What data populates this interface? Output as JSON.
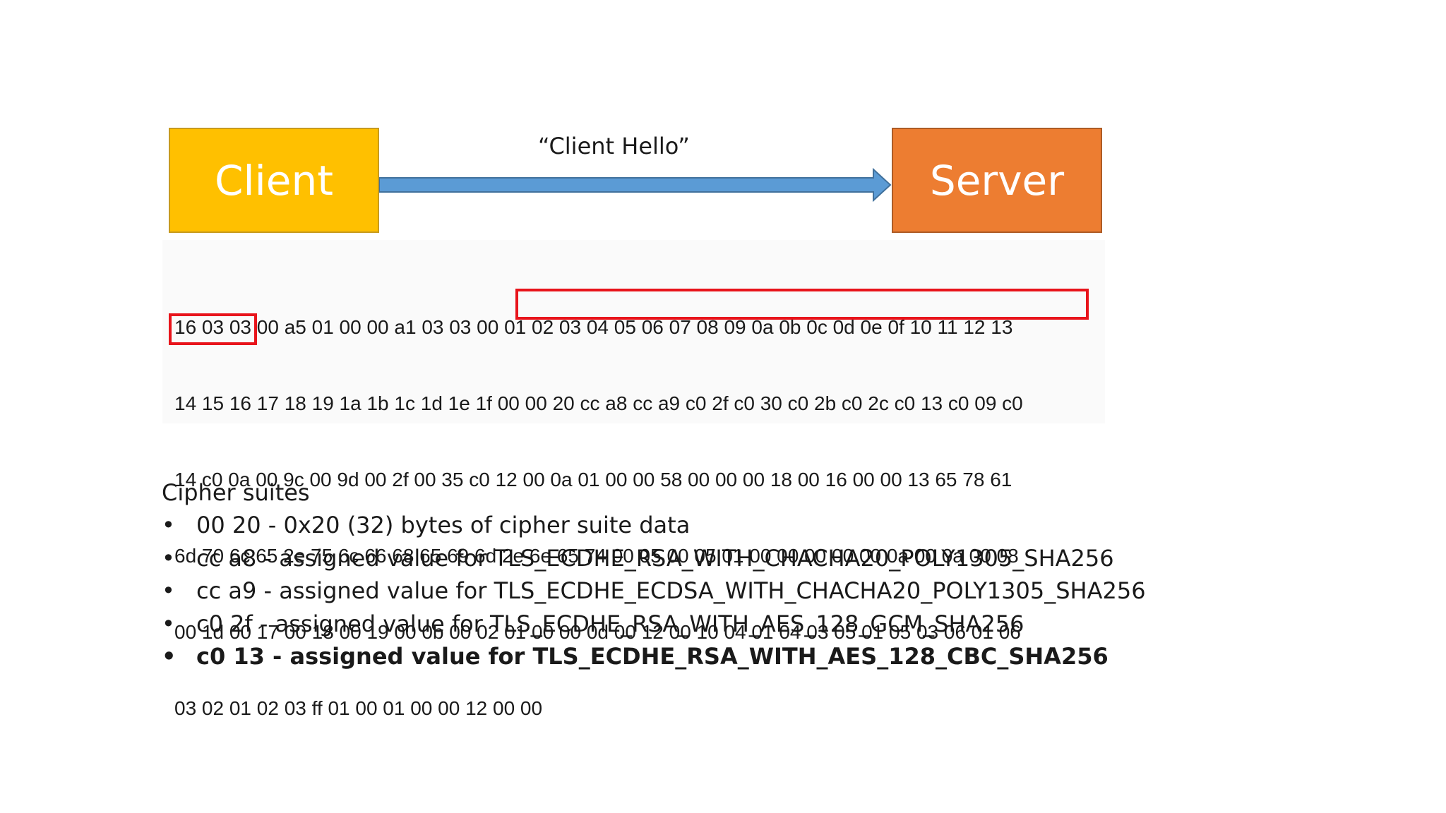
{
  "diagram": {
    "client_label": "Client",
    "server_label": "Server",
    "arrow_label": "“Client Hello”",
    "colors": {
      "client": "#ffc000",
      "server": "#ed7d31",
      "arrow": "#5b9bd5",
      "highlight": "#e8141b"
    }
  },
  "hex_dump": {
    "lines": [
      "16 03 03 00 a5 01 00 00 a1 03 03 00 01 02 03 04 05 06 07 08 09 0a 0b 0c 0d 0e 0f 10 11 12 13",
      "14 15 16 17 18 19 1a 1b 1c 1d 1e 1f 00 00 20 cc a8 cc a9 c0 2f c0 30 c0 2b c0 2c c0 13 c0 09 c0",
      "14 c0 0a 00 9c 00 9d 00 2f 00 35 c0 12 00 0a 01 00 00 58 00 00 00 18 00 16 00 00 13 65 78 61",
      "6d 70 6c 65 2e 75 6c 66 68 65 69 6d 2e 6e 65 74 00 05 00 05 01 00 00 00 00 00 0a 00 0a 00 08",
      "00 1d 00 17 00 18 00 19 00 0b 00 02 01 00 00 0d 00 12 00 10 04 01 04 03 05 01 05 03 06 01 06",
      "03 02 01 02 03 ff 01 00 01 00 00 12 00 00"
    ]
  },
  "cipher_suites": {
    "heading": "Cipher suites",
    "items": [
      {
        "text": "00 20 - 0x20 (32) bytes of cipher suite data",
        "bold": false
      },
      {
        "text": "cc a8 - assigned value for TLS_ECDHE_RSA_WITH_CHACHA20_POLY1305_SHA256",
        "bold": false
      },
      {
        "text": "cc a9 - assigned value for TLS_ECDHE_ECDSA_WITH_CHACHA20_POLY1305_SHA256",
        "bold": false
      },
      {
        "text": "c0 2f - assigned value for TLS_ECDHE_RSA_WITH_AES_128_GCM_SHA256",
        "bold": false
      },
      {
        "text": "c0 13 - assigned value for TLS_ECDHE_RSA_WITH_AES_128_CBC_SHA256",
        "bold": true
      }
    ]
  }
}
